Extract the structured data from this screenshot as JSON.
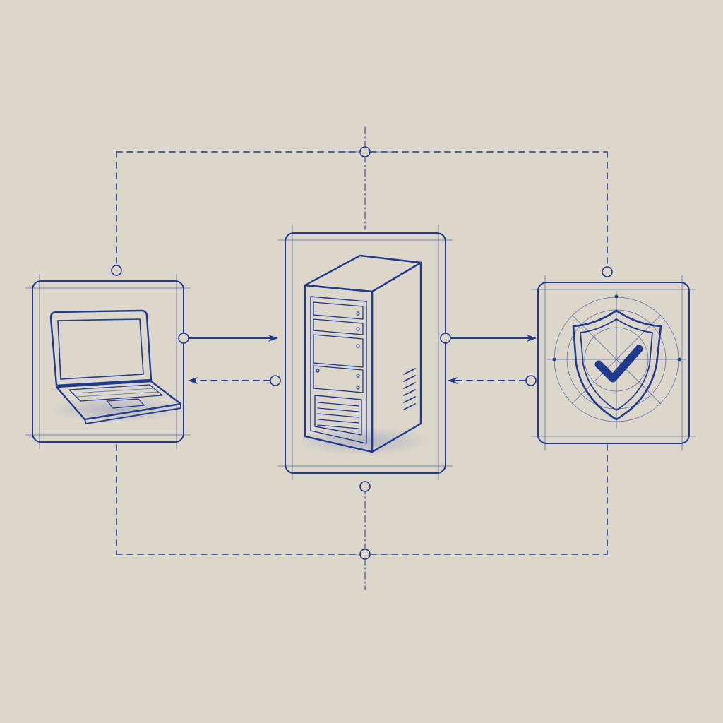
{
  "diagram": {
    "nodes": [
      {
        "id": "client",
        "icon": "laptop-icon"
      },
      {
        "id": "server",
        "icon": "server-tower-icon"
      },
      {
        "id": "security",
        "icon": "shield-check-icon"
      }
    ],
    "edges": [
      {
        "from": "client",
        "to": "server",
        "style": "solid"
      },
      {
        "from": "server",
        "to": "client",
        "style": "dashed"
      },
      {
        "from": "server",
        "to": "security",
        "style": "solid"
      },
      {
        "from": "security",
        "to": "server",
        "style": "dashed"
      }
    ],
    "frame": {
      "style": "dashed",
      "encloses": [
        "client",
        "server",
        "security"
      ]
    },
    "colors": {
      "ink": "#1f3a8f",
      "paper": "#dcd6cb"
    }
  }
}
